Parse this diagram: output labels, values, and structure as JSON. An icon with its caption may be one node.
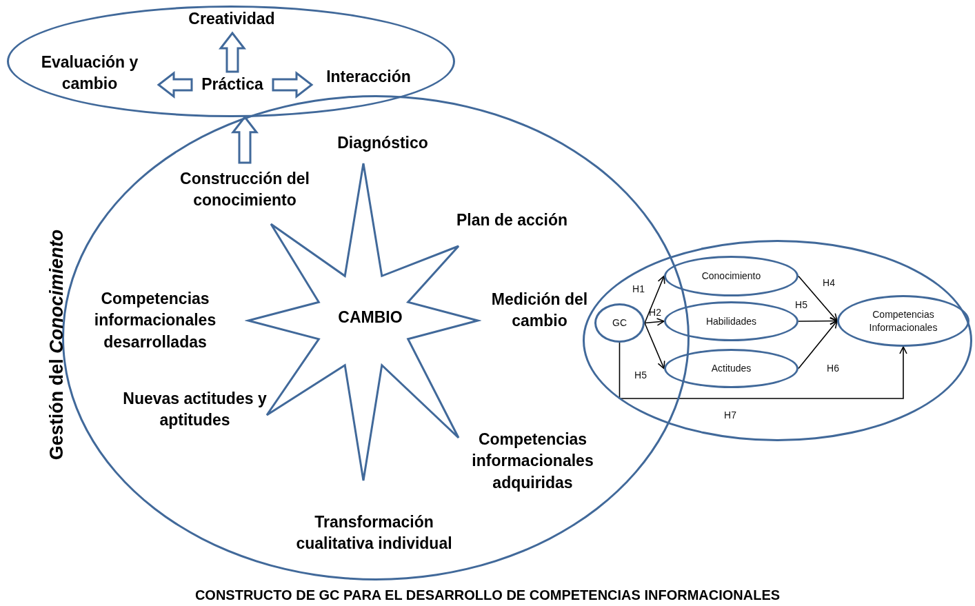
{
  "diagram": {
    "caption": "CONSTRUCTO DE GC PARA EL DESARROLLO DE COMPETENCIAS INFORMACIONALES",
    "nodes": [
      {
        "text": [],
        "shape": "ellipse"
      },
      {
        "text": [
          "Creatividad"
        ],
        "in": 0
      },
      {
        "text": [
          "Evaluación y cambio"
        ],
        "in": 0
      },
      {
        "text": [
          "Práctica"
        ],
        "in": 0
      },
      {
        "text": [
          "Interacción"
        ],
        "in": 0
      },
      {
        "text": [
          "Gestión del *Conocimiento*"
        ]
      },
      {
        "text": [
          "Construcción del conocimiento"
        ],
        "in": 5
      },
      {
        "text": [
          "CAMBIO"
        ],
        "in": 5
      },
      {
        "text": [],
        "shape": "ellipse"
      },
      {
        "text": [
          "GC"
        ]
      },
      {
        "text": [
          "Conocimiento"
        ],
        "in": 8
      },
      {
        "text": [
          "Habilidades"
        ],
        "in": 8
      },
      {
        "text": [
          "Actitudes"
        ],
        "in": 8
      },
      {
        "text": [
          "Competencias Informacionales"
        ],
        "in": 8
      }
    ],
    "edges": [
      {
        "from": 3,
        "to": 1,
        "arrow": "to",
        "style": "thick"
      },
      {
        "from": 3,
        "to": 2,
        "arrow": "to",
        "style": "thick"
      },
      {
        "from": 3,
        "to": 4,
        "arrow": "to",
        "style": "thick"
      },
      {
        "from": 6,
        "to": 0,
        "arrow": "to",
        "style": "thick"
      },
      {
        "from": 9,
        "to": 10,
        "arrow": "to",
        "label": "H1"
      },
      {
        "from": 9,
        "to": 11,
        "arrow": "to",
        "label": "H2"
      },
      {
        "from": 9,
        "to": 12,
        "arrow": "to",
        "label": "H5"
      },
      {
        "from": 10,
        "to": 13,
        "arrow": "to",
        "label": "H4"
      },
      {
        "from": 11,
        "to": 13,
        "arrow": "to",
        "label": "H5"
      },
      {
        "from": 12,
        "to": 13,
        "arrow": "to",
        "label": "H6"
      },
      {
        "from": 9,
        "to": 13,
        "arrow": "to",
        "label": "H7"
      }
    ],
    "labels": [
      "Diagnóstico",
      "Plan de acción",
      "Competencias informacionales desarrolladas",
      "Medición del cambio",
      "Nuevas actitudes y aptitudes",
      "Competencias informacionales adquiridas",
      "Transformación cualitativa individual"
    ]
  }
}
